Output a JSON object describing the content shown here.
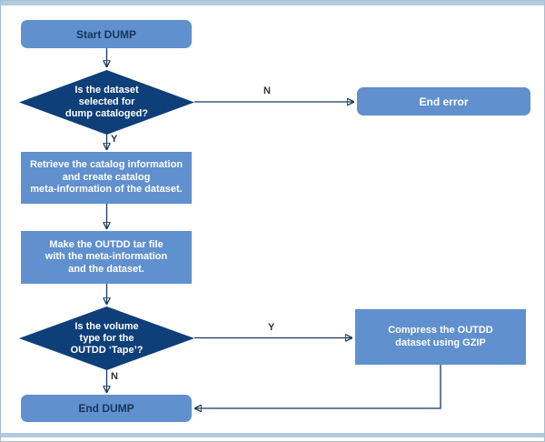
{
  "colors": {
    "node_fill": "#6090CD",
    "decision_fill": "#0E3F78",
    "terminator_text": "#17365D",
    "process_text": "#FFFFFF",
    "arrow": "#17375D",
    "edge_label_text": "#333333",
    "page_border": "#A6BED6",
    "page_strip": "#B3CADF"
  },
  "nodes": {
    "start": {
      "label": "Start DUMP"
    },
    "decision_cataloged": {
      "line1": "Is the dataset",
      "line2": "selected for",
      "line3": "dump cataloged?"
    },
    "end_error": {
      "label": "End error"
    },
    "retrieve": {
      "line1": "Retrieve the catalog information",
      "line2": "and create catalog",
      "line3": "meta-information of the dataset."
    },
    "make_tar": {
      "line1": "Make the OUTDD tar file",
      "line2": "with the meta-information",
      "line3": "and the dataset."
    },
    "decision_volume": {
      "line1": "Is the volume",
      "line2": "type for the",
      "line3": "OUTDD ‘Tape’?"
    },
    "compress": {
      "line1": "Compress the OUTDD",
      "line2": "dataset using GZIP"
    },
    "end_dump": {
      "label": "End DUMP"
    }
  },
  "edge_labels": {
    "cataloged_no": "N",
    "cataloged_yes": "Y",
    "volume_yes": "Y",
    "volume_no": "N"
  }
}
